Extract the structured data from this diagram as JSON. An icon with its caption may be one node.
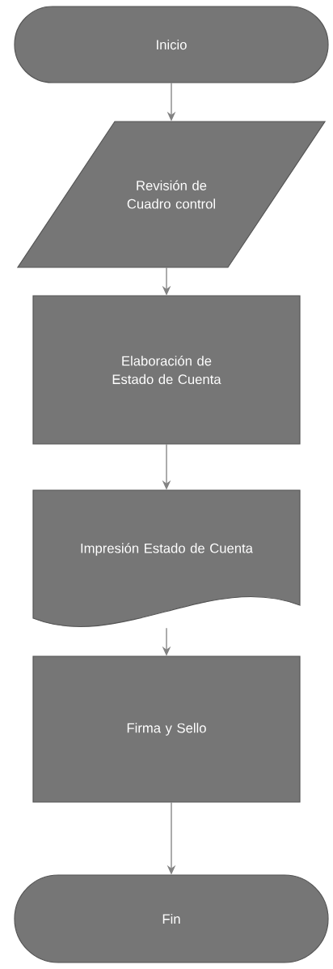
{
  "diagram": {
    "nodes": [
      {
        "text": [
          "Inicio"
        ]
      },
      {
        "text": [
          "Revisión de Cuadro control"
        ]
      },
      {
        "text": [
          "Elaboración de Estado de Cuenta"
        ]
      },
      {
        "text": [
          "Impresión Estado de Cuenta"
        ]
      },
      {
        "text": [
          "Firma y Sello"
        ]
      },
      {
        "text": [
          "Fin"
        ]
      }
    ],
    "edges": [
      {
        "from": 0,
        "to": 1,
        "arrow": "to"
      },
      {
        "from": 1,
        "to": 2,
        "arrow": "to"
      },
      {
        "from": 2,
        "to": 3,
        "arrow": "to"
      },
      {
        "from": 3,
        "to": 4,
        "arrow": "to"
      },
      {
        "from": 4,
        "to": 5,
        "arrow": "to"
      }
    ]
  }
}
